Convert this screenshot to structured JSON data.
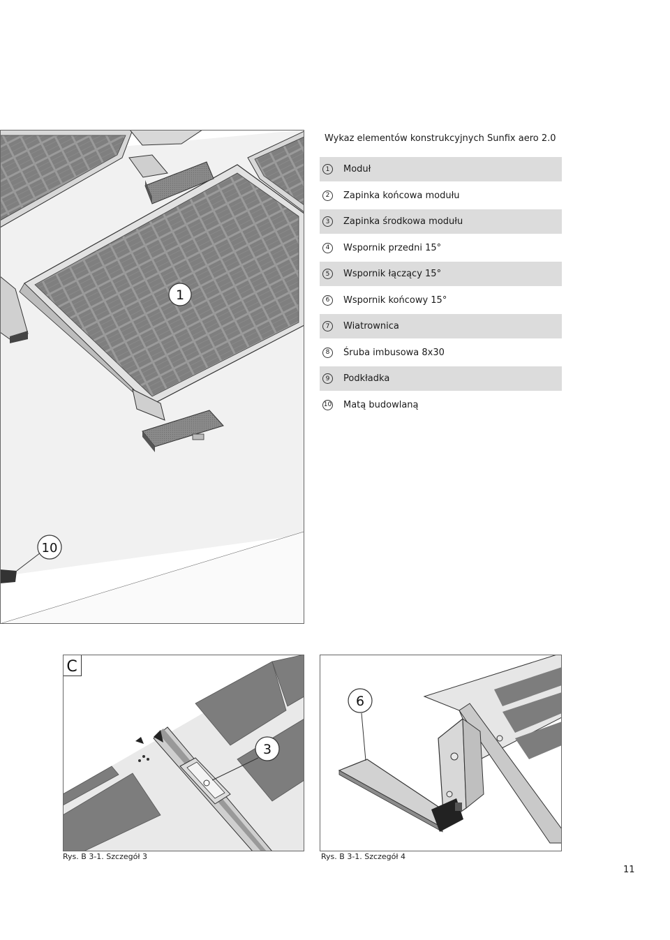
{
  "parts": {
    "title": "Wykaz elementów konstrukcyjnych Sunfix aero 2.0",
    "items": [
      {
        "num": "1",
        "name": "Moduł"
      },
      {
        "num": "2",
        "name": "Zapinka końcowa modułu"
      },
      {
        "num": "3",
        "name": "Zapinka środkowa modułu"
      },
      {
        "num": "4",
        "name": "Wspornik przedni 15°"
      },
      {
        "num": "5",
        "name": "Wspornik łączący 15°"
      },
      {
        "num": "6",
        "name": "Wspornik końcowy 15°"
      },
      {
        "num": "7",
        "name": "Wiatrownica"
      },
      {
        "num": "8",
        "name": "Śruba imbusowa 8x30"
      },
      {
        "num": "9",
        "name": "Podkładka"
      },
      {
        "num": "10",
        "name": "Matą budowlaną"
      }
    ]
  },
  "illustration": {
    "callout_module": "1",
    "callout_mat": "10"
  },
  "detail_left": {
    "section_letter": "C",
    "callout": "3",
    "caption": "Rys. B 3-1. Szczegół 3"
  },
  "detail_right": {
    "callout": "6",
    "caption": "Rys. B 3-1. Szczegół 4"
  },
  "page_number": "11"
}
